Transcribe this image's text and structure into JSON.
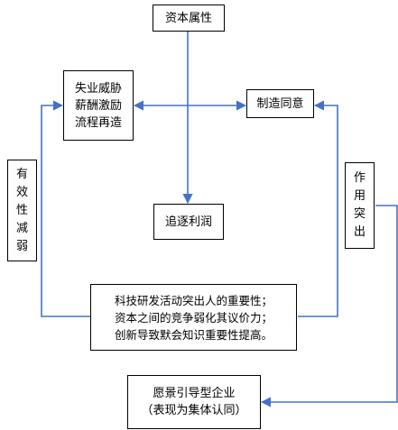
{
  "nodes": {
    "capital_attribute": "资本属性",
    "threat_lines": [
      "失业威胁",
      "薪酬激励",
      "流程再造"
    ],
    "consent": "制造同意",
    "profit": "追逐利润",
    "effectiveness_chars": [
      "有",
      "效",
      "性",
      "减",
      "弱"
    ],
    "role_chars": [
      "作",
      "用",
      "突",
      "出"
    ],
    "tech_lines": [
      "科技研发活动突出人的重要性；",
      "资本之间的竞争弱化其议价力；",
      "创新导致默会知识重要性提高。"
    ],
    "vision_lines": [
      "愿景引导型企业",
      "（表现为集体认同）"
    ]
  },
  "colors": {
    "arrow": "#4472c4",
    "border": "#000000"
  }
}
